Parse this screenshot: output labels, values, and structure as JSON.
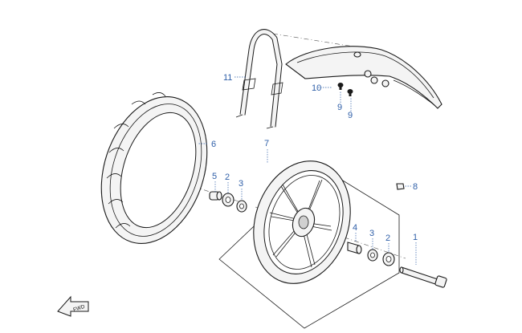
{
  "diagram": {
    "callouts": {
      "c1": "1",
      "c2a": "2",
      "c2b": "2",
      "c3a": "3",
      "c3b": "3",
      "c4": "4",
      "c5": "5",
      "c6": "6",
      "c7": "7",
      "c8": "8",
      "c9a": "9",
      "c9b": "9",
      "c10": "10",
      "c11": "11"
    },
    "fwd_label": "FWD",
    "leader_color": "#2f5fa8"
  }
}
